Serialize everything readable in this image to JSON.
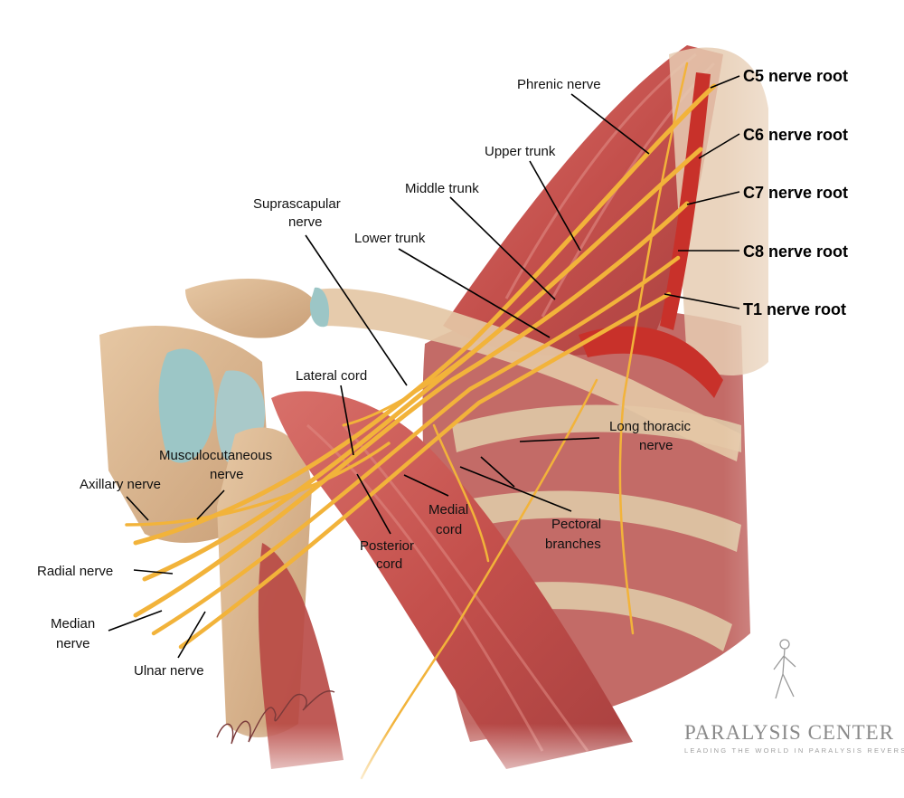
{
  "labels": {
    "phrenic": "Phrenic nerve",
    "upper_trunk": "Upper trunk",
    "middle_trunk": "Middle trunk",
    "suprascapular_1": "Suprascapular",
    "suprascapular_2": "nerve",
    "lower_trunk": "Lower trunk",
    "lateral_cord": "Lateral cord",
    "musculocutaneous_1": "Musculocutaneous",
    "musculocutaneous_2": "nerve",
    "axillary": "Axillary nerve",
    "radial": "Radial nerve",
    "median_1": "Median",
    "median_2": "nerve",
    "ulnar": "Ulnar nerve",
    "posterior_cord_1": "Posterior",
    "posterior_cord_2": "cord",
    "medial_cord_1": "Medial",
    "medial_cord_2": "cord",
    "pectoral_1": "Pectoral",
    "pectoral_2": "branches",
    "long_thoracic_1": "Long thoracic",
    "long_thoracic_2": "nerve"
  },
  "roots": {
    "c5": "C5 nerve root",
    "c6": "C6 nerve root",
    "c7": "C7 nerve root",
    "c8": "C8 nerve root",
    "t1": "T1 nerve root"
  },
  "watermark": {
    "title": "PARALYSIS CENTER",
    "tagline": "LEADING THE WORLD IN PARALYSIS REVERSAL"
  },
  "colors": {
    "nerve": "#f2b33a",
    "muscle": "#c4504c",
    "bone": "#d7b08a",
    "cartilage": "#9cc6c6",
    "artery": "#c8312a"
  }
}
